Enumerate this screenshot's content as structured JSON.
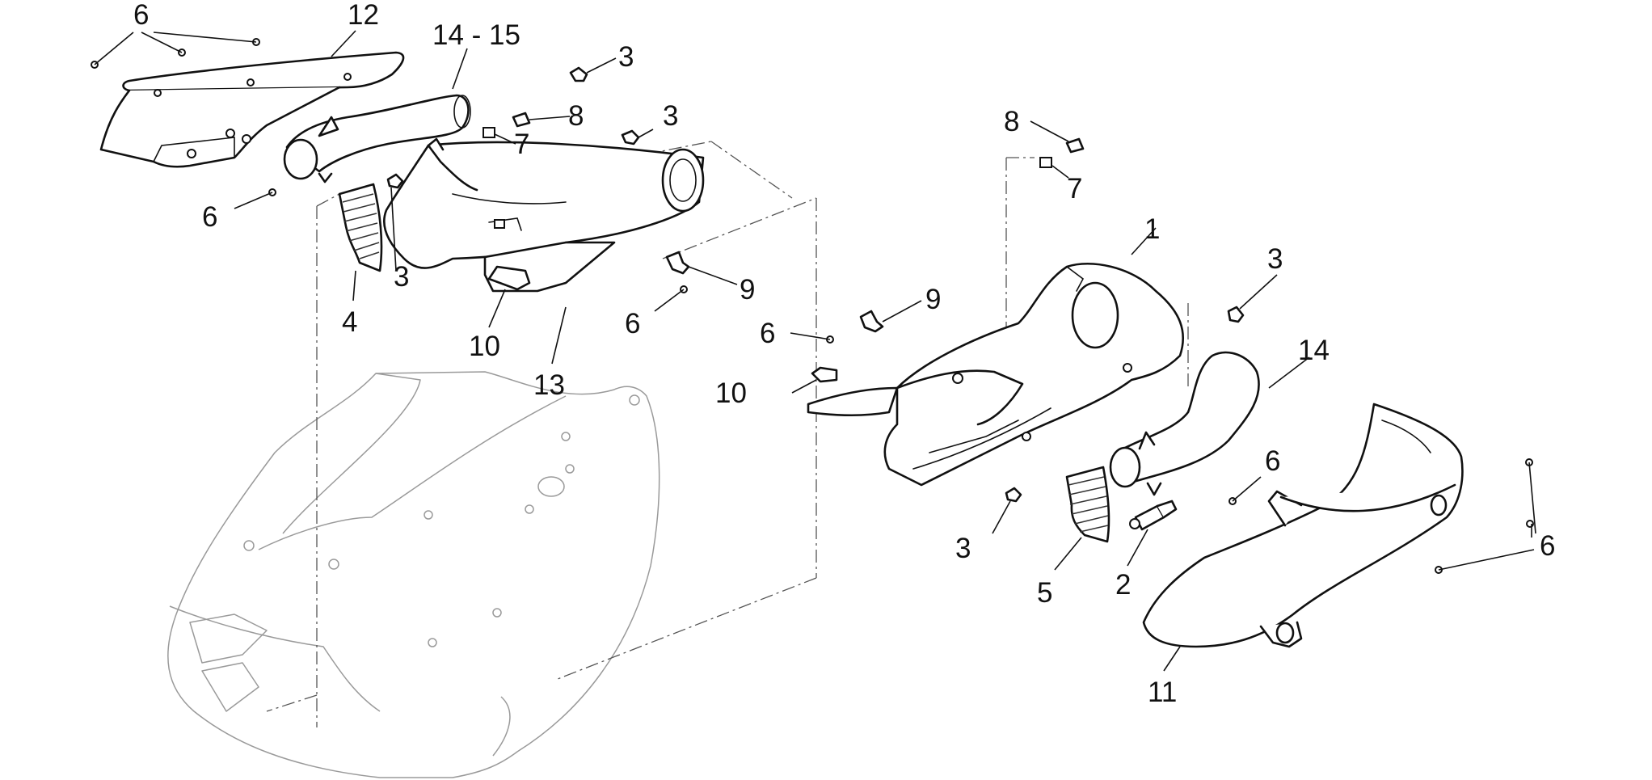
{
  "callouts": [
    {
      "id": "c6a",
      "text": "6"
    },
    {
      "id": "c12",
      "text": "12"
    },
    {
      "id": "c1415",
      "text": "14 - 15"
    },
    {
      "id": "c3a",
      "text": "3"
    },
    {
      "id": "c8a",
      "text": "8"
    },
    {
      "id": "c3b",
      "text": "3"
    },
    {
      "id": "c7a",
      "text": "7"
    },
    {
      "id": "c6b",
      "text": "6"
    },
    {
      "id": "c3c",
      "text": "3"
    },
    {
      "id": "c4",
      "text": "4"
    },
    {
      "id": "c10a",
      "text": "10"
    },
    {
      "id": "c13",
      "text": "13"
    },
    {
      "id": "c9a",
      "text": "9"
    },
    {
      "id": "c6c",
      "text": "6"
    },
    {
      "id": "c8b",
      "text": "8"
    },
    {
      "id": "c7b",
      "text": "7"
    },
    {
      "id": "c1",
      "text": "1"
    },
    {
      "id": "c3d",
      "text": "3"
    },
    {
      "id": "c9b",
      "text": "9"
    },
    {
      "id": "c6d",
      "text": "6"
    },
    {
      "id": "c14",
      "text": "14"
    },
    {
      "id": "c10b",
      "text": "10"
    },
    {
      "id": "c6e",
      "text": "6"
    },
    {
      "id": "c3e",
      "text": "3"
    },
    {
      "id": "c5",
      "text": "5"
    },
    {
      "id": "c2",
      "text": "2"
    },
    {
      "id": "c6f",
      "text": "6"
    },
    {
      "id": "c11",
      "text": "11"
    }
  ]
}
